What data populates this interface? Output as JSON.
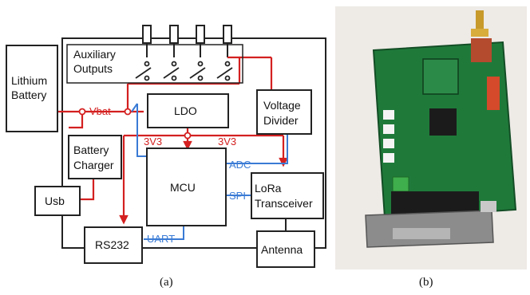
{
  "figure": {
    "block_diagram": {
      "blocks": {
        "lithium_battery": [
          "Lithium",
          "Battery"
        ],
        "auxiliary_outputs": [
          "Auxiliary",
          "Outputs"
        ],
        "ldo": "LDO",
        "voltage_divider": [
          "Voltage",
          "Divider"
        ],
        "battery_charger": [
          "Battery",
          "Charger"
        ],
        "usb": "Usb",
        "mcu": "MCU",
        "lora_transceiver": [
          "LoRa",
          "Transceiver"
        ],
        "rs232": "RS232",
        "antenna": "Antenna"
      },
      "signals": {
        "vbat": "Vbat",
        "v3v3_left": "3V3",
        "v3v3_right": "3V3",
        "adc": "ADC",
        "spi": "SPI",
        "uart": "UART"
      },
      "colors": {
        "power": "#d42020",
        "signal": "#3a7bd5",
        "outline": "#222222",
        "pcb_green": "#1f7a3a"
      }
    },
    "photo": {
      "description_icons": [
        "pcb-board",
        "sma-antenna-connector",
        "db9-connector",
        "green-terminal-block"
      ]
    },
    "captions": {
      "a": "(a)",
      "b": "(b)"
    }
  }
}
